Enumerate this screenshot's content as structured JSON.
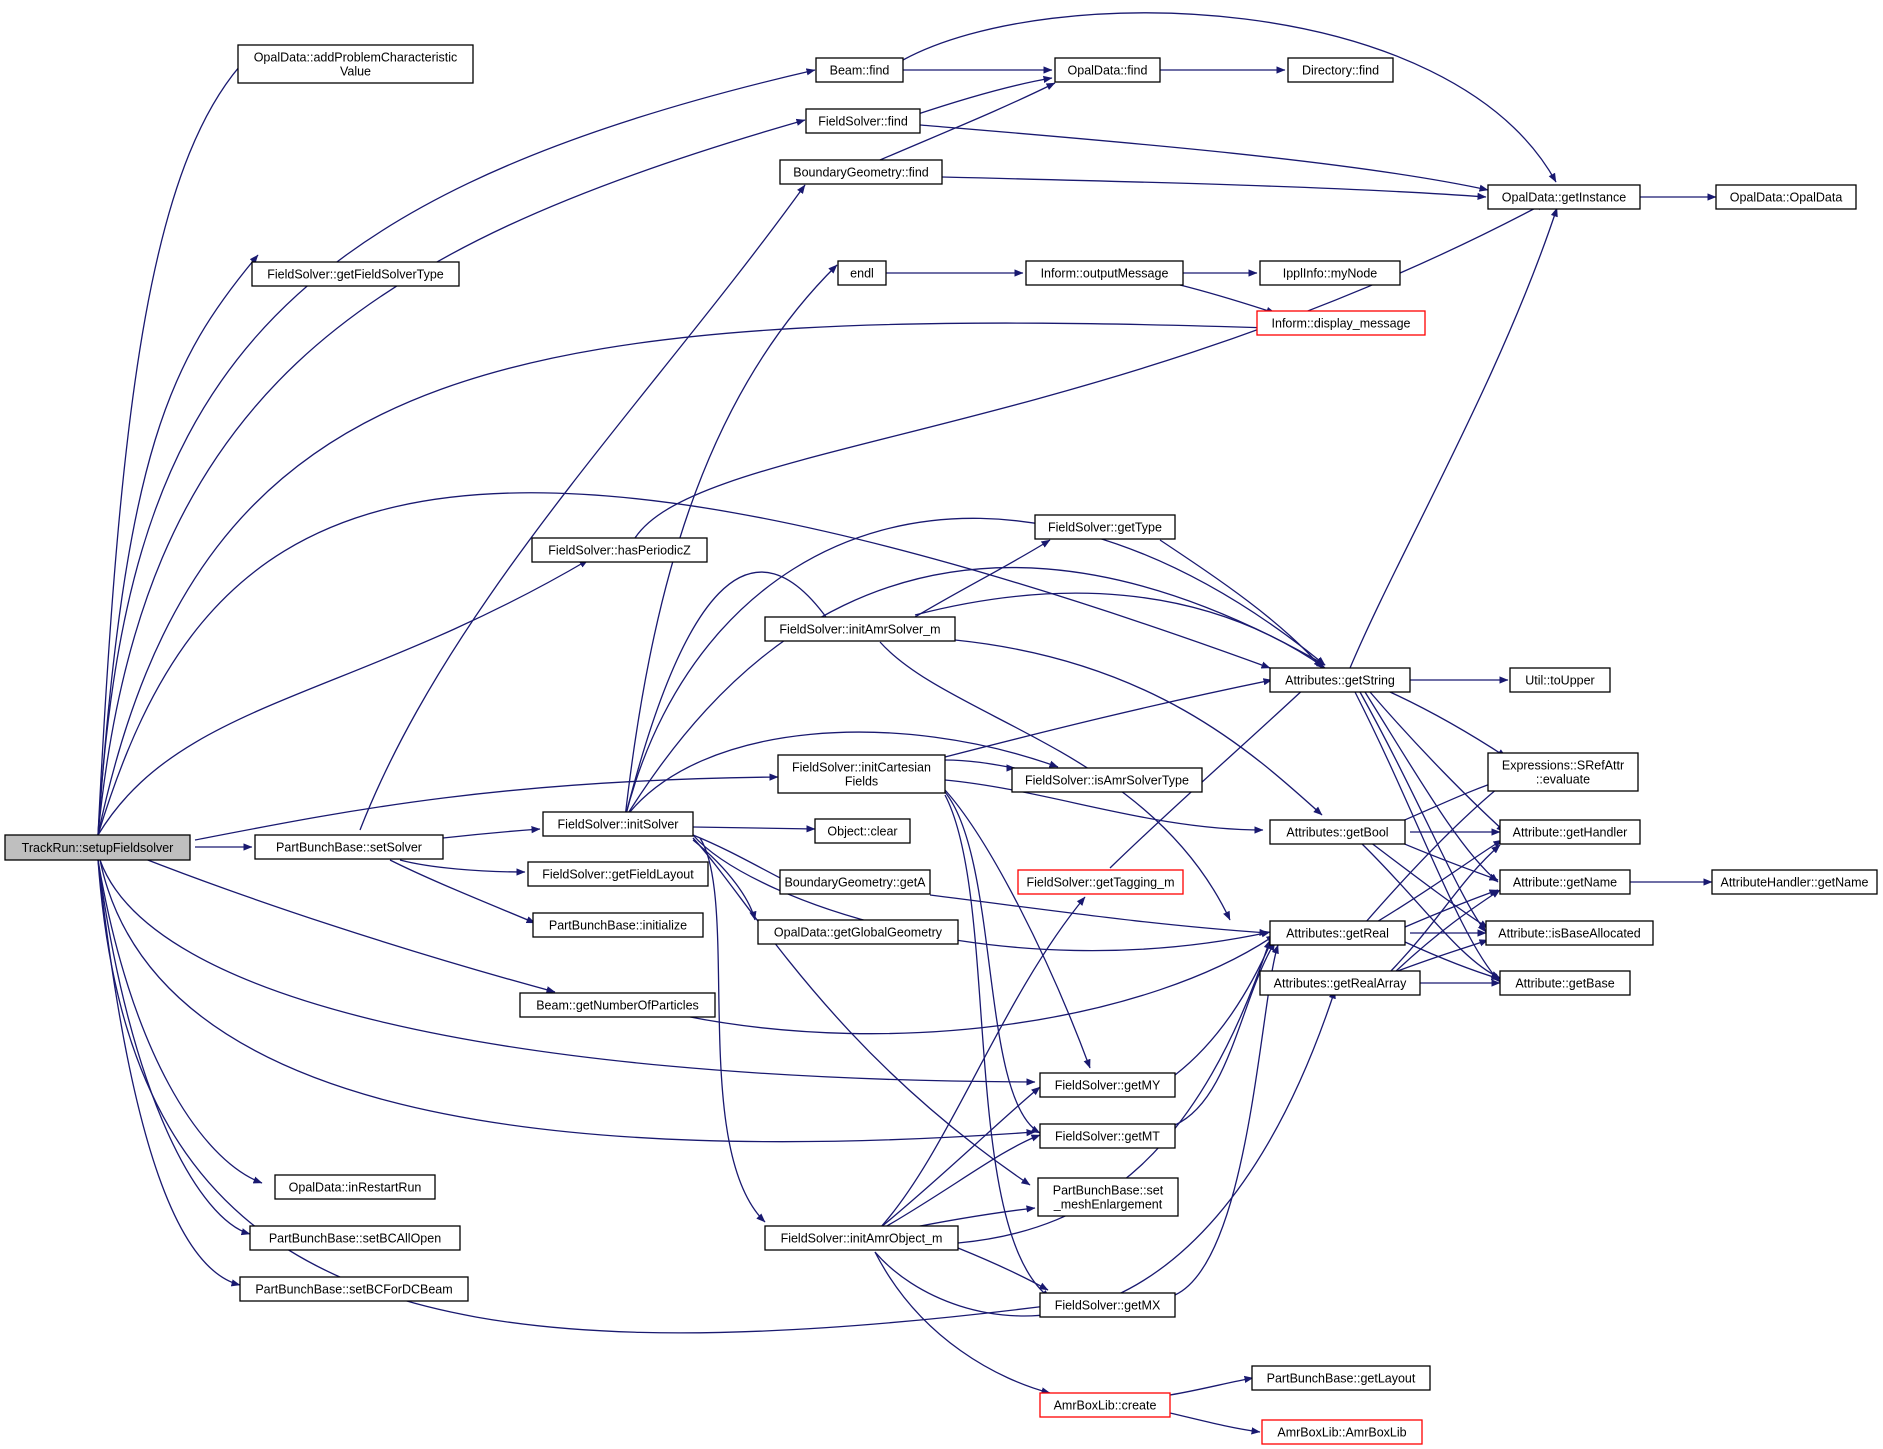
{
  "colors": {
    "edge": "#191970",
    "border": "#000000",
    "border_highlight": "#ff0000",
    "selected_fill": "#bfbfbf",
    "background": "#ffffff"
  },
  "nodes": [
    {
      "id": "trackrun",
      "name": "trackrun-setupfieldsolver-node",
      "lines": [
        "TrackRun::setupFieldsolver"
      ],
      "selected": true
    },
    {
      "id": "addprob",
      "name": "opaldata-addproblemcharacteristicvalue-node",
      "lines": [
        "OpalData::addProblemCharacteristic",
        "Value"
      ]
    },
    {
      "id": "fsgetfst",
      "name": "fieldsolver-getfieldsolvertype-node",
      "lines": [
        "FieldSolver::getFieldSolverType"
      ]
    },
    {
      "id": "inrestart",
      "name": "opaldata-inrestartrun-node",
      "lines": [
        "OpalData::inRestartRun"
      ]
    },
    {
      "id": "setbcall",
      "name": "partbunchbase-setbcallopen-node",
      "lines": [
        "PartBunchBase::setBCAllOpen"
      ]
    },
    {
      "id": "setbcdc",
      "name": "partbunchbase-setbcfordcbeam-node",
      "lines": [
        "PartBunchBase::setBCForDCBeam"
      ]
    },
    {
      "id": "setsolver",
      "name": "partbunchbase-setsolver-node",
      "lines": [
        "PartBunchBase::setSolver"
      ]
    },
    {
      "id": "hasperiodic",
      "name": "fieldsolver-hasperiodicz-node",
      "lines": [
        "FieldSolver::hasPeriodicZ"
      ]
    },
    {
      "id": "initsolver",
      "name": "fieldsolver-initsolver-node",
      "lines": [
        "FieldSolver::initSolver"
      ]
    },
    {
      "id": "getfieldlayout",
      "name": "fieldsolver-getfieldlayout-node",
      "lines": [
        "FieldSolver::getFieldLayout"
      ]
    },
    {
      "id": "pbinit",
      "name": "partbunchbase-initialize-node",
      "lines": [
        "PartBunchBase::initialize"
      ]
    },
    {
      "id": "beamgetnum",
      "name": "beam-getnumberofparticles-node",
      "lines": [
        "Beam::getNumberOfParticles"
      ]
    },
    {
      "id": "beamfind",
      "name": "beam-find-node",
      "lines": [
        "Beam::find"
      ]
    },
    {
      "id": "fsfind",
      "name": "fieldsolver-find-node",
      "lines": [
        "FieldSolver::find"
      ]
    },
    {
      "id": "bgfind",
      "name": "boundarygeometry-find-node",
      "lines": [
        "BoundaryGeometry::find"
      ]
    },
    {
      "id": "endl",
      "name": "endl-node",
      "lines": [
        "endl"
      ]
    },
    {
      "id": "initamrsolver",
      "name": "fieldsolver-initamrsolver-m-node",
      "lines": [
        "FieldSolver::initAmrSolver_m"
      ]
    },
    {
      "id": "initcart",
      "name": "fieldsolver-initcartesianfields-node",
      "lines": [
        "FieldSolver::initCartesian",
        "Fields"
      ]
    },
    {
      "id": "objclear",
      "name": "object-clear-node",
      "lines": [
        "Object::clear"
      ]
    },
    {
      "id": "bggeta",
      "name": "boundarygeometry-geta-node",
      "lines": [
        "BoundaryGeometry::getA"
      ]
    },
    {
      "id": "globalgeom",
      "name": "opaldata-getglobalgeometry-node",
      "lines": [
        "OpalData::getGlobalGeometry"
      ]
    },
    {
      "id": "initamrobj",
      "name": "fieldsolver-initamrobject-m-node",
      "lines": [
        "FieldSolver::initAmrObject_m"
      ]
    },
    {
      "id": "opalfind",
      "name": "opaldata-find-node",
      "lines": [
        "OpalData::find"
      ]
    },
    {
      "id": "informout",
      "name": "inform-outputmessage-node",
      "lines": [
        "Inform::outputMessage"
      ]
    },
    {
      "id": "fsgettype",
      "name": "fieldsolver-gettype-node",
      "lines": [
        "FieldSolver::getType"
      ]
    },
    {
      "id": "isamr",
      "name": "fieldsolver-isamrsolvertype-node",
      "lines": [
        "FieldSolver::isAmrSolverType"
      ]
    },
    {
      "id": "gettagging",
      "name": "fieldsolver-gettagging-m-node",
      "lines": [
        "FieldSolver::getTagging_m"
      ],
      "highlight": true
    },
    {
      "id": "getmy",
      "name": "fieldsolver-getmy-node",
      "lines": [
        "FieldSolver::getMY"
      ]
    },
    {
      "id": "getmt",
      "name": "fieldsolver-getmt-node",
      "lines": [
        "FieldSolver::getMT"
      ]
    },
    {
      "id": "meshenl",
      "name": "partbunchbase-set-meshenlargement-node",
      "lines": [
        "PartBunchBase::set",
        "_meshEnlargement"
      ]
    },
    {
      "id": "getmx",
      "name": "fieldsolver-getmx-node",
      "lines": [
        "FieldSolver::getMX"
      ]
    },
    {
      "id": "amrcreate",
      "name": "amrboxlib-create-node",
      "lines": [
        "AmrBoxLib::create"
      ],
      "highlight": true
    },
    {
      "id": "dirfind",
      "name": "directory-find-node",
      "lines": [
        "Directory::find"
      ]
    },
    {
      "id": "ipplnode",
      "name": "ipplinfo-mynode-node",
      "lines": [
        "IpplInfo::myNode"
      ]
    },
    {
      "id": "informdisp",
      "name": "inform-display-message-node",
      "lines": [
        "Inform::display_message"
      ],
      "highlight": true
    },
    {
      "id": "getstring",
      "name": "attributes-getstring-node",
      "lines": [
        "Attributes::getString"
      ]
    },
    {
      "id": "getbool",
      "name": "attributes-getbool-node",
      "lines": [
        "Attributes::getBool"
      ]
    },
    {
      "id": "getreal",
      "name": "attributes-getreal-node",
      "lines": [
        "Attributes::getReal"
      ]
    },
    {
      "id": "getrealarr",
      "name": "attributes-getrealarray-node",
      "lines": [
        "Attributes::getRealArray"
      ]
    },
    {
      "id": "getlayout",
      "name": "partbunchbase-getlayout-node",
      "lines": [
        "PartBunchBase::getLayout"
      ]
    },
    {
      "id": "amrboxlib",
      "name": "amrboxlib-amrboxlib-node",
      "lines": [
        "AmrBoxLib::AmrBoxLib"
      ],
      "highlight": true
    },
    {
      "id": "getinstance",
      "name": "opaldata-getinstance-node",
      "lines": [
        "OpalData::getInstance"
      ]
    },
    {
      "id": "toupper",
      "name": "util-toupper-node",
      "lines": [
        "Util::toUpper"
      ]
    },
    {
      "id": "srefeval",
      "name": "expressions-srefattr-evaluate-node",
      "lines": [
        "Expressions::SRefAttr",
        "::evaluate"
      ]
    },
    {
      "id": "gethandler",
      "name": "attribute-gethandler-node",
      "lines": [
        "Attribute::getHandler"
      ]
    },
    {
      "id": "getname",
      "name": "attribute-getname-node",
      "lines": [
        "Attribute::getName"
      ]
    },
    {
      "id": "isbasealloc",
      "name": "attribute-isbaseallocated-node",
      "lines": [
        "Attribute::isBaseAllocated"
      ]
    },
    {
      "id": "getbase",
      "name": "attribute-getbase-node",
      "lines": [
        "Attribute::getBase"
      ]
    },
    {
      "id": "opalctor",
      "name": "opaldata-opaldata-node",
      "lines": [
        "OpalData::OpalData"
      ]
    },
    {
      "id": "handlername",
      "name": "attributehandler-getname-node",
      "lines": [
        "AttributeHandler::getName"
      ]
    }
  ]
}
